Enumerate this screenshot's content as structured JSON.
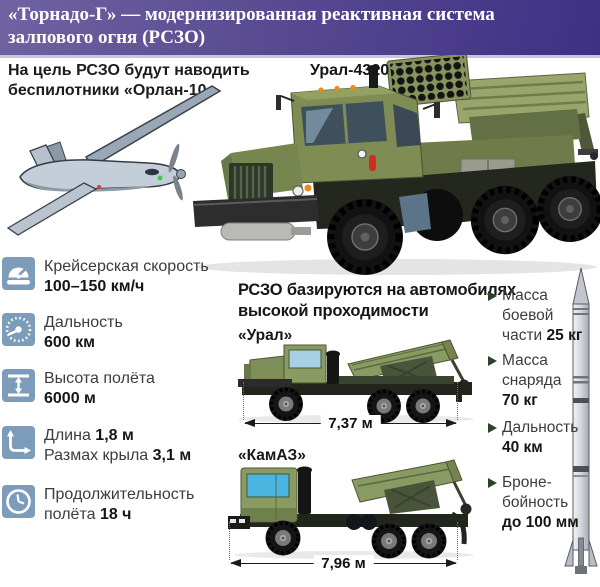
{
  "header": {
    "line1": "«Торнадо-Г» — модернизированная реактивная система",
    "line2": "залпового огня (РСЗО)"
  },
  "intro": {
    "line1": "На цель РСЗО будут наводить",
    "line2": "беспилотники «Орлан-10»"
  },
  "main_truck": {
    "label": "Урал-4320"
  },
  "uav": {
    "stats": [
      {
        "icon": "speedometer-icon",
        "lines": [
          {
            "pre": "Крейсерская скорость",
            "bold": ""
          },
          {
            "pre": "",
            "bold": "100–150 км/ч"
          }
        ]
      },
      {
        "icon": "range-dial-icon",
        "lines": [
          {
            "pre": "Дальность",
            "bold": ""
          },
          {
            "pre": "",
            "bold": "600 км"
          }
        ]
      },
      {
        "icon": "altitude-icon",
        "lines": [
          {
            "pre": "Высота полёта",
            "bold": ""
          },
          {
            "pre": "",
            "bold": "6000 м"
          }
        ]
      },
      {
        "icon": "dimensions-icon",
        "lines": [
          {
            "pre": "Длина ",
            "bold": "1,8 м"
          },
          {
            "pre": "Размах крыла ",
            "bold": "3,1 м"
          }
        ]
      },
      {
        "icon": "clock-icon",
        "lines": [
          {
            "pre": "Продолжительность",
            "bold": ""
          },
          {
            "pre": "полёта ",
            "bold": "18 ч"
          }
        ]
      }
    ]
  },
  "carriers": {
    "heading_line1": "РСЗО базируются на автомобилях",
    "heading_line2": "высокой проходимости",
    "vehicles": [
      {
        "name": "«Урал»",
        "length": "7,37 м"
      },
      {
        "name": "«КамАЗ»",
        "length": "7,96 м"
      }
    ]
  },
  "rocket": {
    "stats": [
      {
        "lines": [
          {
            "pre": "Масса",
            "bold": ""
          },
          {
            "pre": "боевой",
            "bold": ""
          },
          {
            "pre": "части ",
            "bold": "25 кг"
          }
        ]
      },
      {
        "lines": [
          {
            "pre": "Масса",
            "bold": ""
          },
          {
            "pre": "снаряда",
            "bold": ""
          },
          {
            "pre": "",
            "bold": "70 кг"
          }
        ]
      },
      {
        "lines": [
          {
            "pre": "Дальность",
            "bold": ""
          },
          {
            "pre": "",
            "bold": "40 км"
          }
        ]
      },
      {
        "lines": [
          {
            "pre": "Броне-",
            "bold": ""
          },
          {
            "pre": "бойность",
            "bold": ""
          },
          {
            "pre": "",
            "bold": "до 100 мм"
          }
        ]
      }
    ]
  },
  "colors": {
    "header_gradient_from": "#6f63a2",
    "header_gradient_to": "#3d2f84",
    "stat_icon_bg": "#7d9cba",
    "bullet_green": "#2c402c",
    "truck_green": "#7f8d55",
    "side_truck_green": "#8a9a63",
    "text_regular": "#3c3c3c",
    "text_bold": "#161616"
  }
}
